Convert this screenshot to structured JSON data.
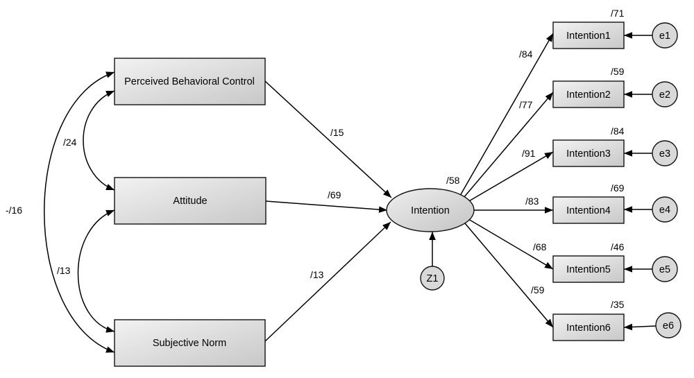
{
  "nodes": {
    "pbc": "Perceived Behavioral Control",
    "att": "Attitude",
    "sn": "Subjective Norm",
    "intention": "Intention",
    "z1": "Z1",
    "i1": "Intention1",
    "i2": "Intention2",
    "i3": "Intention3",
    "i4": "Intention4",
    "i5": "Intention5",
    "i6": "Intention6",
    "e1": "e1",
    "e2": "e2",
    "e3": "e3",
    "e4": "e4",
    "e5": "e5",
    "e6": "e6"
  },
  "coefficients": {
    "pbc_att": "/24",
    "att_sn": "/13",
    "pbc_sn": "-/16",
    "pbc_int": "/15",
    "att_int": "/69",
    "sn_int": "/13",
    "int_r2": "/58",
    "int_i1": "/84",
    "int_i2": "/77",
    "int_i3": "/91",
    "int_i4": "/83",
    "int_i5": "/68",
    "int_i6": "/59",
    "r2_i1": "/71",
    "r2_i2": "/59",
    "r2_i3": "/84",
    "r2_i4": "/69",
    "r2_i5": "/46",
    "r2_i6": "/35"
  }
}
